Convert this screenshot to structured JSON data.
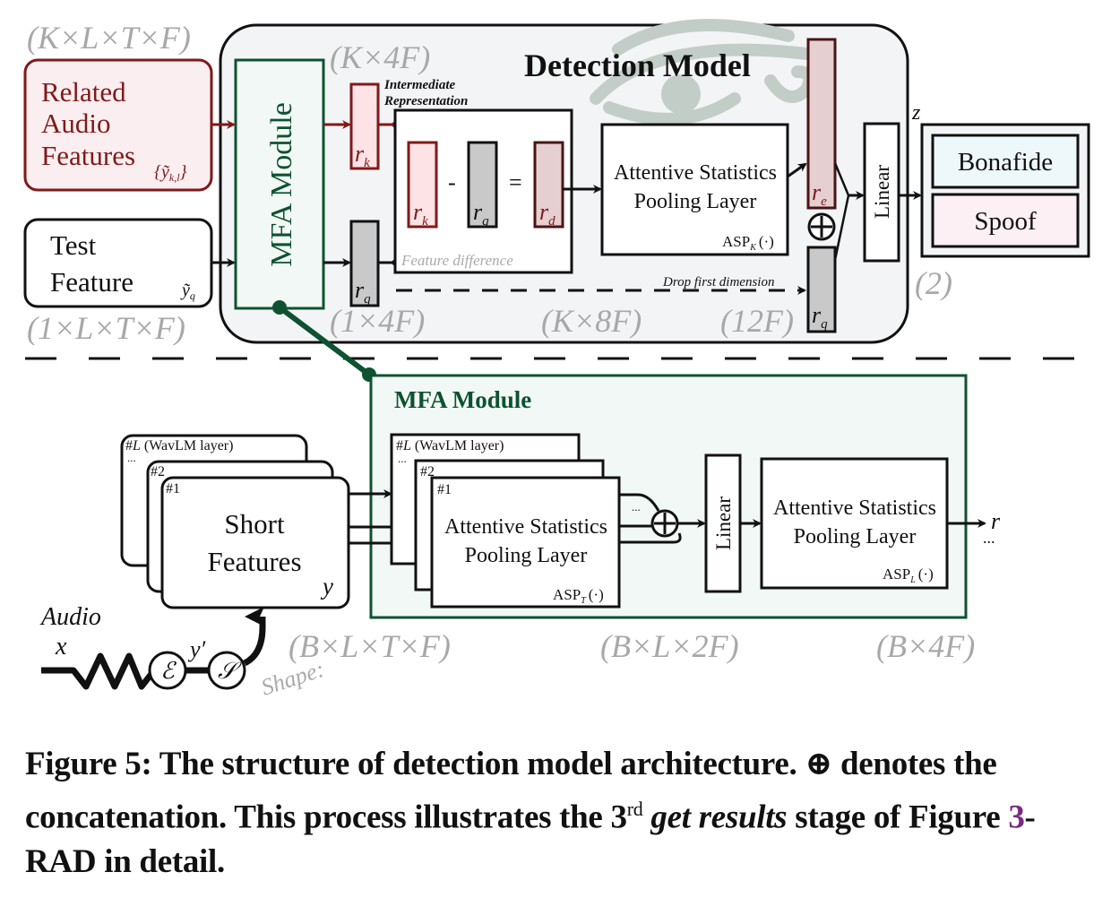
{
  "figure": {
    "detection_model": {
      "title": "Detection Model",
      "input_related": {
        "label_lines": [
          "Related",
          "Audio",
          "Features"
        ],
        "symbol": "{ỹ_{k,l}}",
        "symbol_text": "{ỹ",
        "symbol_sub": "k,l",
        "symbol_close": "}",
        "shape": "(K×L×T×F)"
      },
      "input_test": {
        "label_lines": [
          "Test",
          "Feature"
        ],
        "symbol_text": "ỹ",
        "symbol_sub": "q",
        "shape": "(1×L×T×F)"
      },
      "mfa_module_label": "MFA Module",
      "rk": {
        "var": "r",
        "sub": "k",
        "shape": "(K×4F)"
      },
      "rq": {
        "var": "r",
        "sub": "q",
        "shape": "(1×4F)"
      },
      "intermediate_label_lines": [
        "Intermediate",
        "Representation"
      ],
      "feature_difference": {
        "label": "Feature difference",
        "minus": "-",
        "equals": "=",
        "rk": {
          "var": "r",
          "sub": "k"
        },
        "rq": {
          "var": "r",
          "sub": "q"
        },
        "rd": {
          "var": "r",
          "sub": "d"
        },
        "shape": "(K×8F)"
      },
      "asp_k": {
        "label_lines": [
          "Attentive Statistics",
          "Pooling Layer"
        ],
        "fn": "ASP",
        "fn_sub": "K",
        "fn_arg": "(·)"
      },
      "re": {
        "var": "r",
        "sub": "e"
      },
      "rq_out": {
        "var": "r",
        "sub": "q"
      },
      "concat_symbol": "⊕",
      "concat_shape": "(12F)",
      "drop_label": "Drop first dimension",
      "linear_label": "Linear",
      "z_label": "z",
      "outputs": [
        "Bonafide",
        "Spoof"
      ],
      "output_shape": "(2)"
    },
    "mfa_module": {
      "title": "MFA Module",
      "short_features": {
        "label_lines": [
          "Short",
          "Features"
        ],
        "symbol": "y",
        "layer_tags": [
          "#L (WavLM layer)",
          "#2",
          "#1"
        ],
        "layer_tag_L_var": "L",
        "layer_tag_L_rest": " (WavLM layer)",
        "ellipsis": "..."
      },
      "audio": {
        "label": "Audio",
        "var": "x",
        "encoder": "ℰ",
        "intermediate": "y′",
        "selector": "𝒮",
        "shape_label": "Shape:"
      },
      "asp_t": {
        "label_lines": [
          "Attentive Statistics",
          "Pooling Layer"
        ],
        "fn": "ASP",
        "fn_sub": "T",
        "fn_arg": "(·)",
        "layer_tags": [
          "#L (WavLM layer)",
          "#2",
          "#1"
        ]
      },
      "concat_symbol": "⊕",
      "linear_label": "Linear",
      "asp_l": {
        "label_lines": [
          "Attentive Statistics",
          "Pooling Layer"
        ],
        "fn": "ASP",
        "fn_sub": "L",
        "fn_arg": "(·)"
      },
      "output_var": "r",
      "output_ellipsis": "...",
      "shapes": [
        "(B×L×T×F)",
        "(B×L×2F)",
        "(B×4F)"
      ]
    }
  },
  "caption": {
    "prefix": "Figure 5: The structure of detection model architecture. ⊕ denotes the concatenation. This process illustrates the 3",
    "sup": "rd",
    "italic1": "get results",
    "middle": "stage of Figure",
    "link": "3",
    "suffix": "-RAD in detail."
  },
  "colors": {
    "related_red": "#7f1a1a",
    "related_fill": "#fbeef0",
    "rk_fill": "#fde3e5",
    "rd_fill": "#e6cfd0",
    "gray_fill": "#c9c9c9",
    "green": "#0e5230",
    "green_fill": "#f1f8f5",
    "panel_fill": "#f3f4f6",
    "shape_gray": "#a8a8a8",
    "bonafide_fill": "#eef8fb",
    "spoof_fill": "#fcf0f5",
    "link_purple": "#7b2a82"
  }
}
